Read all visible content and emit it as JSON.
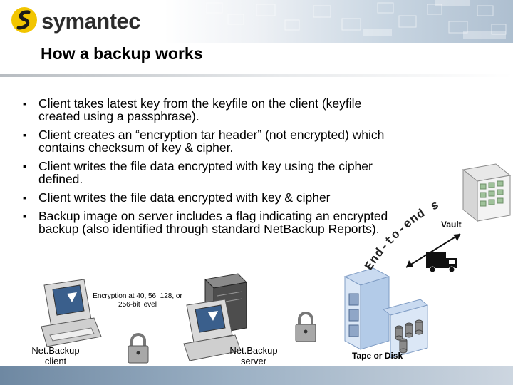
{
  "brand": {
    "name": "symantec",
    "tm": "."
  },
  "slide": {
    "title": "How a backup works"
  },
  "bullets": [
    "Client takes latest key from the keyfile on the client (keyfile created using a passphrase).",
    "Client creates an “encryption tar header” (not encrypted) which contains checksum of key & cipher.",
    "Client writes the file data encrypted with key using the cipher defined.",
    "Client writes the file data encrypted with key & cipher",
    "Backup image on server includes a flag indicating an encrypted backup (also identified through standard NetBackup Reports)."
  ],
  "diagram": {
    "encryption_note": "Encryption at 40, 56, 128, or 256-bit level",
    "client_label": "Net.Backup client",
    "server_label": "Net.Backup server",
    "storage_label": "Tape or Disk",
    "vault_label": "Vault",
    "end_to_end_text": "End-to-end security"
  },
  "icons": [
    "symantec-logo-icon",
    "client-computer-icon",
    "padlock-icon",
    "server-computer-icon",
    "storage-array-icon",
    "vault-building-icon",
    "truck-icon"
  ],
  "colors": {
    "logo_yellow": "#f2c500",
    "footer": "#7f98b0",
    "rule": "#b7bcc1"
  }
}
